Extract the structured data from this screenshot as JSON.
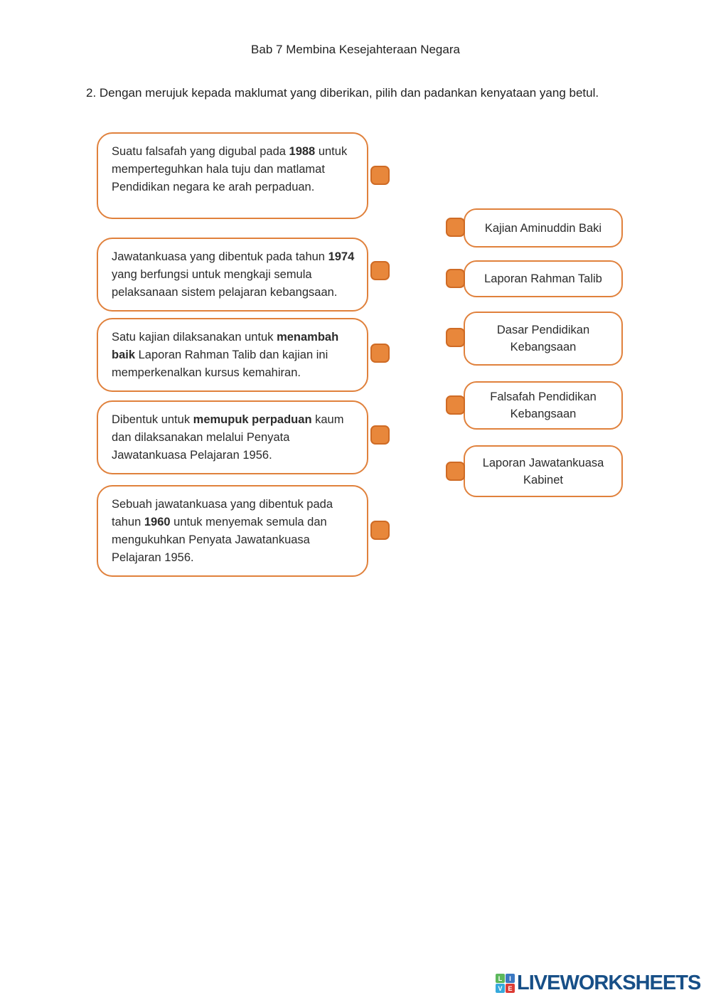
{
  "page": {
    "title": "Bab 7 Membina Kesejahteraan Negara",
    "question": "2. Dengan merujuk kepada maklumat yang diberikan, pilih dan padankan kenyataan yang betul."
  },
  "colors": {
    "box_border": "#e0813c",
    "handle_fill": "#e8873b",
    "handle_border": "#cf6b25",
    "text": "#2b2b2b",
    "logo_blue": "#174f87"
  },
  "left_cards": [
    {
      "segments": [
        {
          "text": "Suatu falsafah yang digubal pada ",
          "bold": false
        },
        {
          "text": "1988",
          "bold": true
        },
        {
          "text": " untuk memperteguhkan hala tuju dan matlamat Pendidikan negara ke arah perpaduan.",
          "bold": false
        }
      ]
    },
    {
      "segments": [
        {
          "text": "Jawatankuasa yang dibentuk pada tahun ",
          "bold": false
        },
        {
          "text": "1974",
          "bold": true
        },
        {
          "text": " yang berfungsi untuk mengkaji semula pelaksanaan sistem pelajaran kebangsaan.",
          "bold": false
        }
      ]
    },
    {
      "segments": [
        {
          "text": "Satu kajian dilaksanakan untuk ",
          "bold": false
        },
        {
          "text": "menambah baik",
          "bold": true
        },
        {
          "text": " Laporan Rahman Talib dan kajian ini memperkenalkan kursus kemahiran.",
          "bold": false
        }
      ]
    },
    {
      "segments": [
        {
          "text": "Dibentuk untuk ",
          "bold": false
        },
        {
          "text": "memupuk perpaduan",
          "bold": true
        },
        {
          "text": " kaum dan dilaksanakan melalui Penyata Jawatankuasa Pelajaran 1956.",
          "bold": false
        }
      ]
    },
    {
      "segments": [
        {
          "text": "Sebuah jawatankuasa yang dibentuk pada tahun ",
          "bold": false
        },
        {
          "text": "1960",
          "bold": true
        },
        {
          "text": " untuk menyemak semula dan mengukuhkan Penyata Jawatankuasa Pelajaran 1956.",
          "bold": false
        }
      ]
    }
  ],
  "right_cards": [
    {
      "label": "Kajian Aminuddin Baki"
    },
    {
      "label": "Laporan Rahman Talib"
    },
    {
      "label": "Dasar Pendidikan Kebangsaan"
    },
    {
      "label": "Falsafah Pendidikan Kebangsaan"
    },
    {
      "label": "Laporan Jawatankuasa Kabinet"
    }
  ],
  "footer": {
    "logo_text": "LIVEWORKSHEETS",
    "logo_squares": [
      {
        "letter": "L",
        "color": "#5cb85c"
      },
      {
        "letter": "I",
        "color": "#3b78c2"
      },
      {
        "letter": "V",
        "color": "#36a9dc"
      },
      {
        "letter": "E",
        "color": "#dc3c36"
      }
    ]
  }
}
